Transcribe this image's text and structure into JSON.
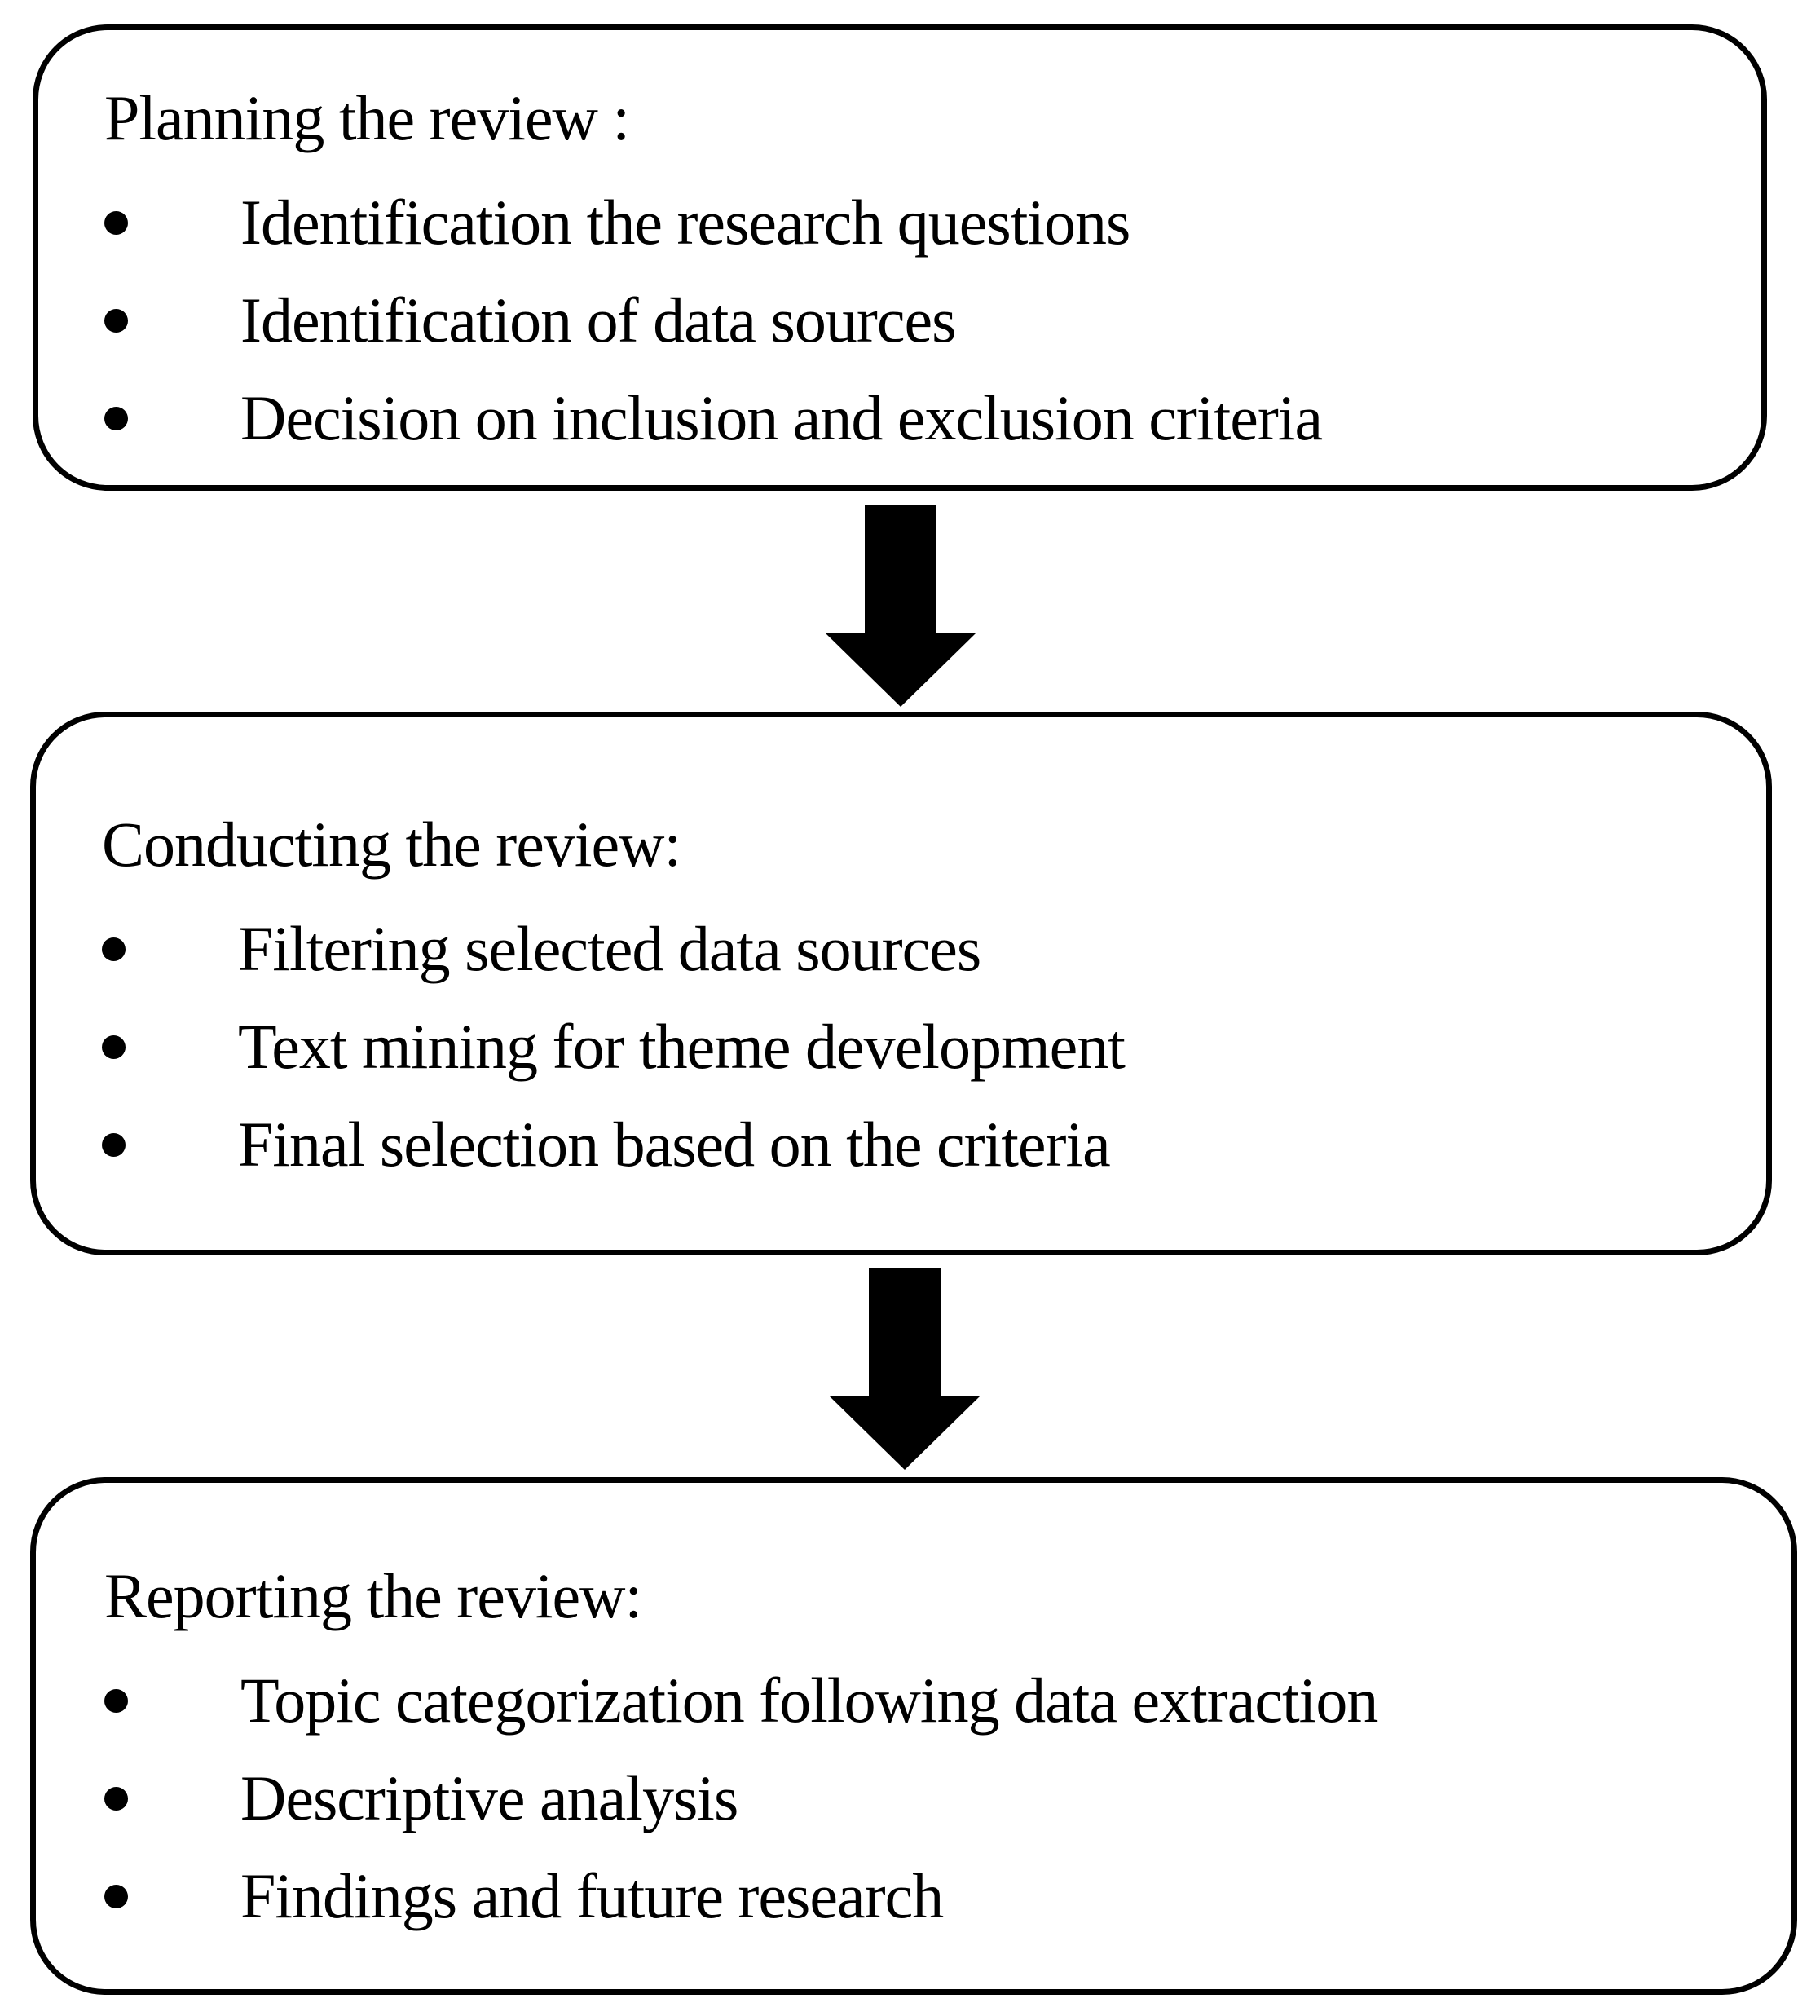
{
  "figure": {
    "type": "flowchart",
    "direction": "top-down",
    "colors": {
      "stroke": "#000000",
      "background": "#ffffff",
      "text": "#000000"
    },
    "boxes": [
      {
        "id": "planning",
        "title": "Planning the review :",
        "bullets": [
          "Identification the research questions",
          "Identification of data sources",
          "Decision on inclusion and exclusion criteria"
        ]
      },
      {
        "id": "conducting",
        "title": "Conducting the review:",
        "bullets": [
          "Filtering selected data sources",
          "Text mining for theme development",
          "Final selection based on the criteria"
        ]
      },
      {
        "id": "reporting",
        "title": "Reporting the review:",
        "bullets": [
          "Topic categorization following data extraction",
          "Descriptive analysis",
          "Findings and future research"
        ]
      }
    ],
    "connectors": [
      {
        "from": "planning",
        "to": "conducting",
        "shape": "solid-block-arrow-down"
      },
      {
        "from": "conducting",
        "to": "reporting",
        "shape": "solid-block-arrow-down"
      }
    ]
  }
}
